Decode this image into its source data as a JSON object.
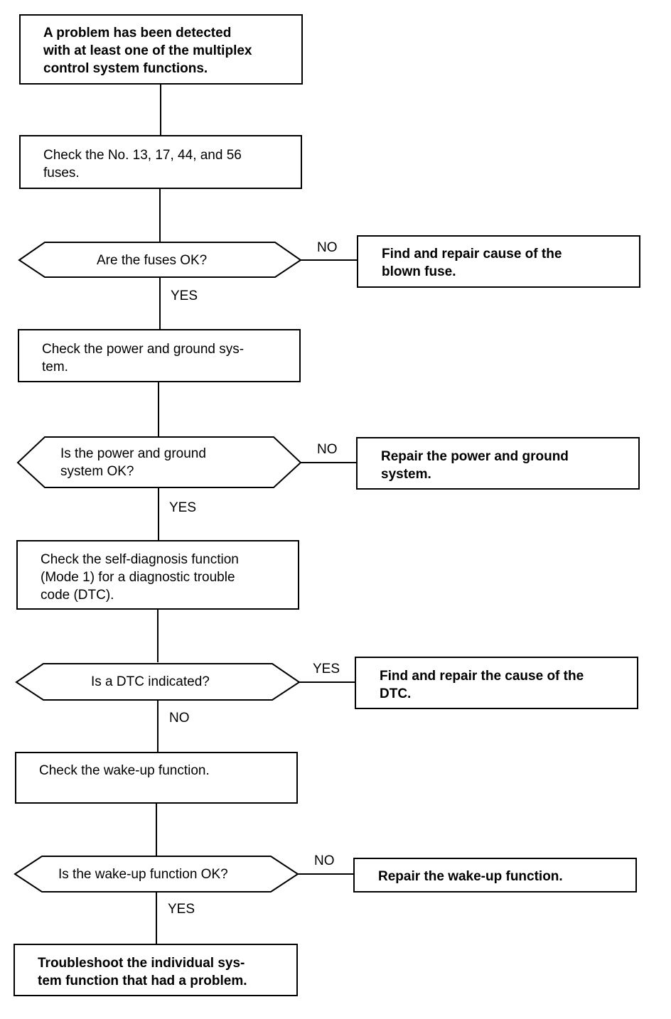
{
  "flowchart": {
    "start": "A problem has been detected\nwith at least one of the multiplex\ncontrol system functions.",
    "check_fuses": "Check the No. 13, 17, 44, and 56\nfuses.",
    "q_fuses": "Are the fuses OK?",
    "fix_fuses": "Find and repair cause of the\nblown fuse.",
    "check_power": "Check the power and ground sys-\ntem.",
    "q_power": "Is the power and ground\nsystem OK?",
    "fix_power": "Repair the power and ground\nsystem.",
    "check_dtc": "Check the self-diagnosis function\n(Mode 1) for a diagnostic trouble\ncode (DTC).",
    "q_dtc": "Is a DTC indicated?",
    "fix_dtc": "Find and repair the cause of the\nDTC.",
    "check_wakeup": "Check the wake-up function.",
    "q_wakeup": "Is the wake-up function OK?",
    "fix_wakeup": "Repair the wake-up function.",
    "end": "Troubleshoot the individual sys-\ntem function that had a problem.",
    "labels": {
      "fuses_no": "NO",
      "fuses_yes": "YES",
      "power_no": "NO",
      "power_yes": "YES",
      "dtc_yes": "YES",
      "dtc_no": "NO",
      "wakeup_no": "NO",
      "wakeup_yes": "YES"
    }
  }
}
